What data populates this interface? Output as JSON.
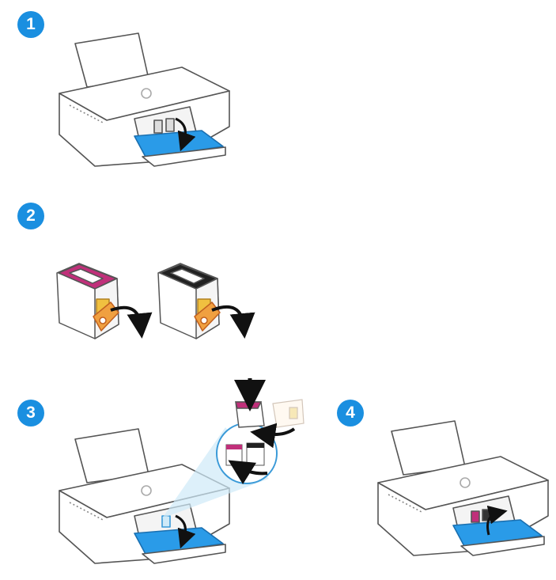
{
  "steps": [
    {
      "number": "1"
    },
    {
      "number": "2"
    },
    {
      "number": "3"
    },
    {
      "number": "4"
    }
  ],
  "colors": {
    "badge": "#1a8fe0",
    "tray": "#2a9be8",
    "outline": "#444444",
    "arrow": "#111111",
    "cartridge_color_frame": "#c0307a",
    "cartridge_black_frame": "#222222",
    "tape": "#f0a040",
    "magnifier": "#cfeaf8"
  },
  "icons": [
    "hp-logo-icon",
    "arrow-down-icon",
    "curved-arrow-icon"
  ]
}
